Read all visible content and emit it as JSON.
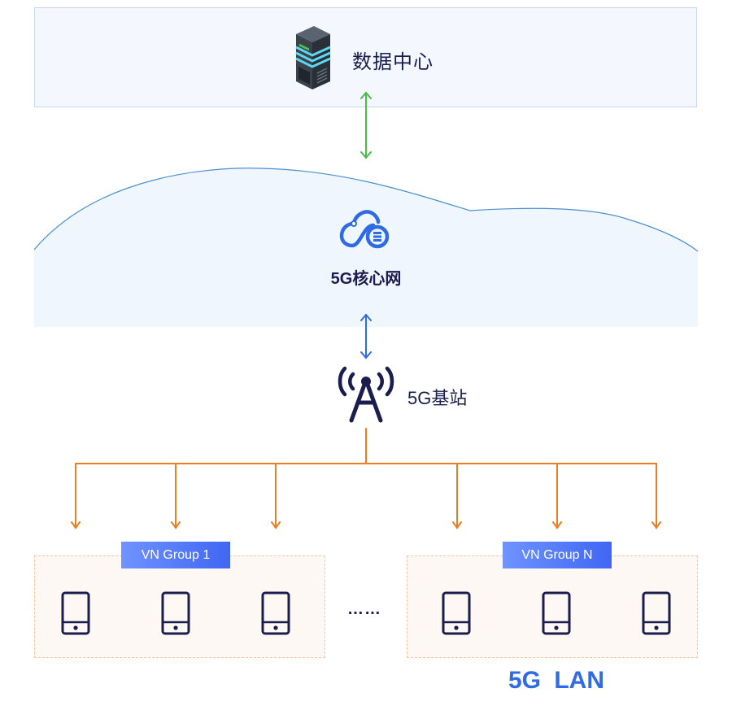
{
  "data_center": {
    "label": "数据中心",
    "icon": "server-rack-icon"
  },
  "core_network": {
    "label": "5G核心网",
    "icon": "cloud-server-icon"
  },
  "base_station": {
    "label": "5G基站",
    "icon": "antenna-tower-icon"
  },
  "groups": [
    {
      "tag": "VN Group 1",
      "devices": [
        "phone-icon",
        "phone-icon",
        "phone-icon"
      ]
    },
    {
      "tag": "VN Group N",
      "devices": [
        "phone-icon",
        "phone-icon",
        "phone-icon"
      ]
    }
  ],
  "ellipsis": "……",
  "lan_label": "5G  LAN",
  "colors": {
    "dc_link": "#4cb848",
    "core_link": "#2f6be6",
    "branch_lines": "#ee7d1f",
    "text_dark": "#1a1d4e",
    "lan_text": "#2f6be6",
    "tag_gradient_start": "#6f93ff",
    "tag_gradient_end": "#4066f3"
  }
}
